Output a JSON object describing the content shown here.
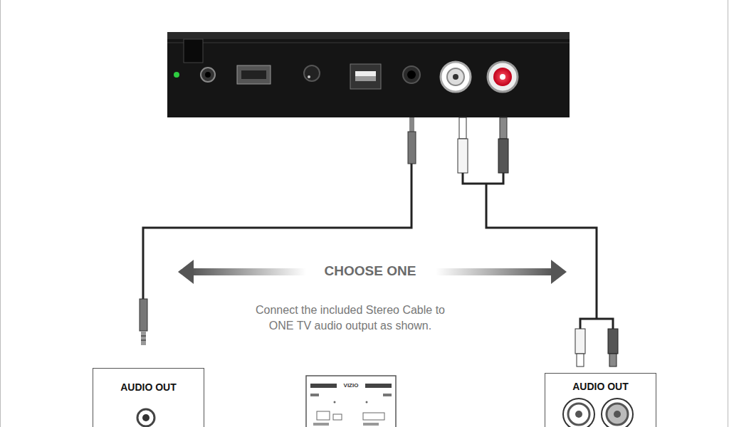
{
  "diagram": {
    "nodes": [
      {
        "text": [
          "AUDIO OUT"
        ]
      },
      {
        "text": [
          "AUDIO OUT"
        ]
      }
    ],
    "labels": [
      "CHOOSE ONE",
      "Connect the included Stereo Cable to ONE TV audio output as shown.",
      "VIZIO"
    ]
  }
}
